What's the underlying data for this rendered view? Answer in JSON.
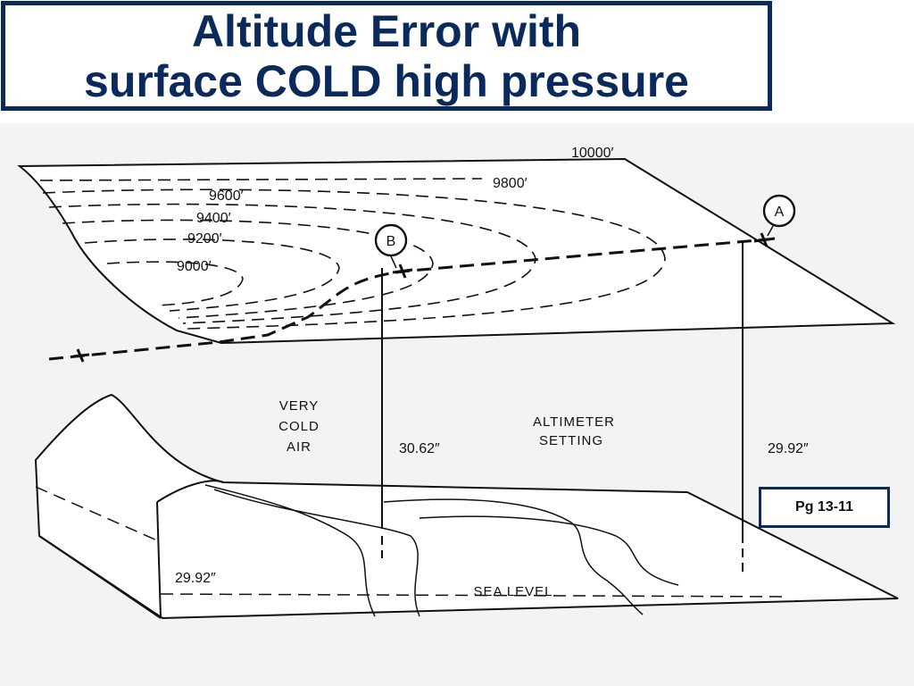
{
  "title": {
    "line1": "Altitude Error with",
    "line2": "surface COLD high pressure"
  },
  "diagram": {
    "contours": {
      "c10000": "10000′",
      "c9800": "9800′",
      "c9600": "9600′",
      "c9400": "9400′",
      "c9200": "9200′",
      "c9000": "9000′"
    },
    "markers": {
      "a": "A",
      "b": "B"
    },
    "air_mass": {
      "line1": "VERY",
      "line2": "COLD",
      "line3": "AIR"
    },
    "altimeter": {
      "line1": "ALTIMETER",
      "line2": "SETTING"
    },
    "settings": {
      "b": "30.62″",
      "a": "29.92″",
      "left": "29.92″"
    },
    "sea_level": "SEA LEVEL"
  },
  "page_ref": "Pg 13-11",
  "colors": {
    "title": "#0a2a5c",
    "line": "#111111"
  }
}
